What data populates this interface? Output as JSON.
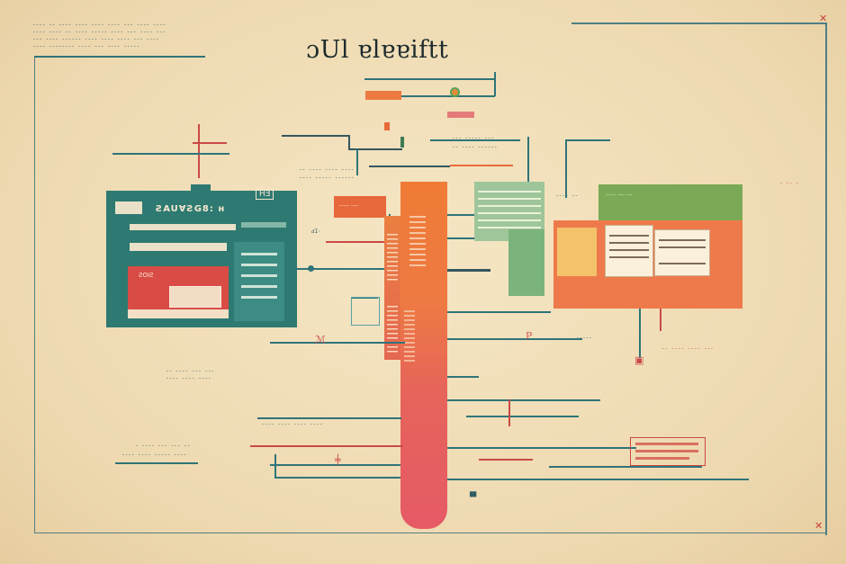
{
  "diagram": {
    "title": "ɔUl ɐlɐɐiftt",
    "panel_left": {
      "header": "ƧAUⱯƧG8: ʜ",
      "badge": "ΗƎ",
      "red_card_label": "ƧOIƧ"
    },
    "side_notes": {
      "top_left": [
        "---- -- ---- ---- ---- ---- --- ---- ----",
        "---- ---- -- ---- ----- ---- --- ---- ---",
        "--- ---- ------ ---- ---- ---- --- ----",
        "---- -------- ---- --- ---- -----"
      ],
      "left_mid": [
        "-- ---- --- ---",
        "---- ---- ----"
      ],
      "left_low": [
        "- ---- --- --- --",
        "---- ---- ----- ----"
      ]
    },
    "colors": {
      "paper": "#f1dfb8",
      "teal": "#2f7479",
      "red": "#c94a46",
      "orange": "#e86b3b",
      "green": "#7aaa55"
    }
  }
}
